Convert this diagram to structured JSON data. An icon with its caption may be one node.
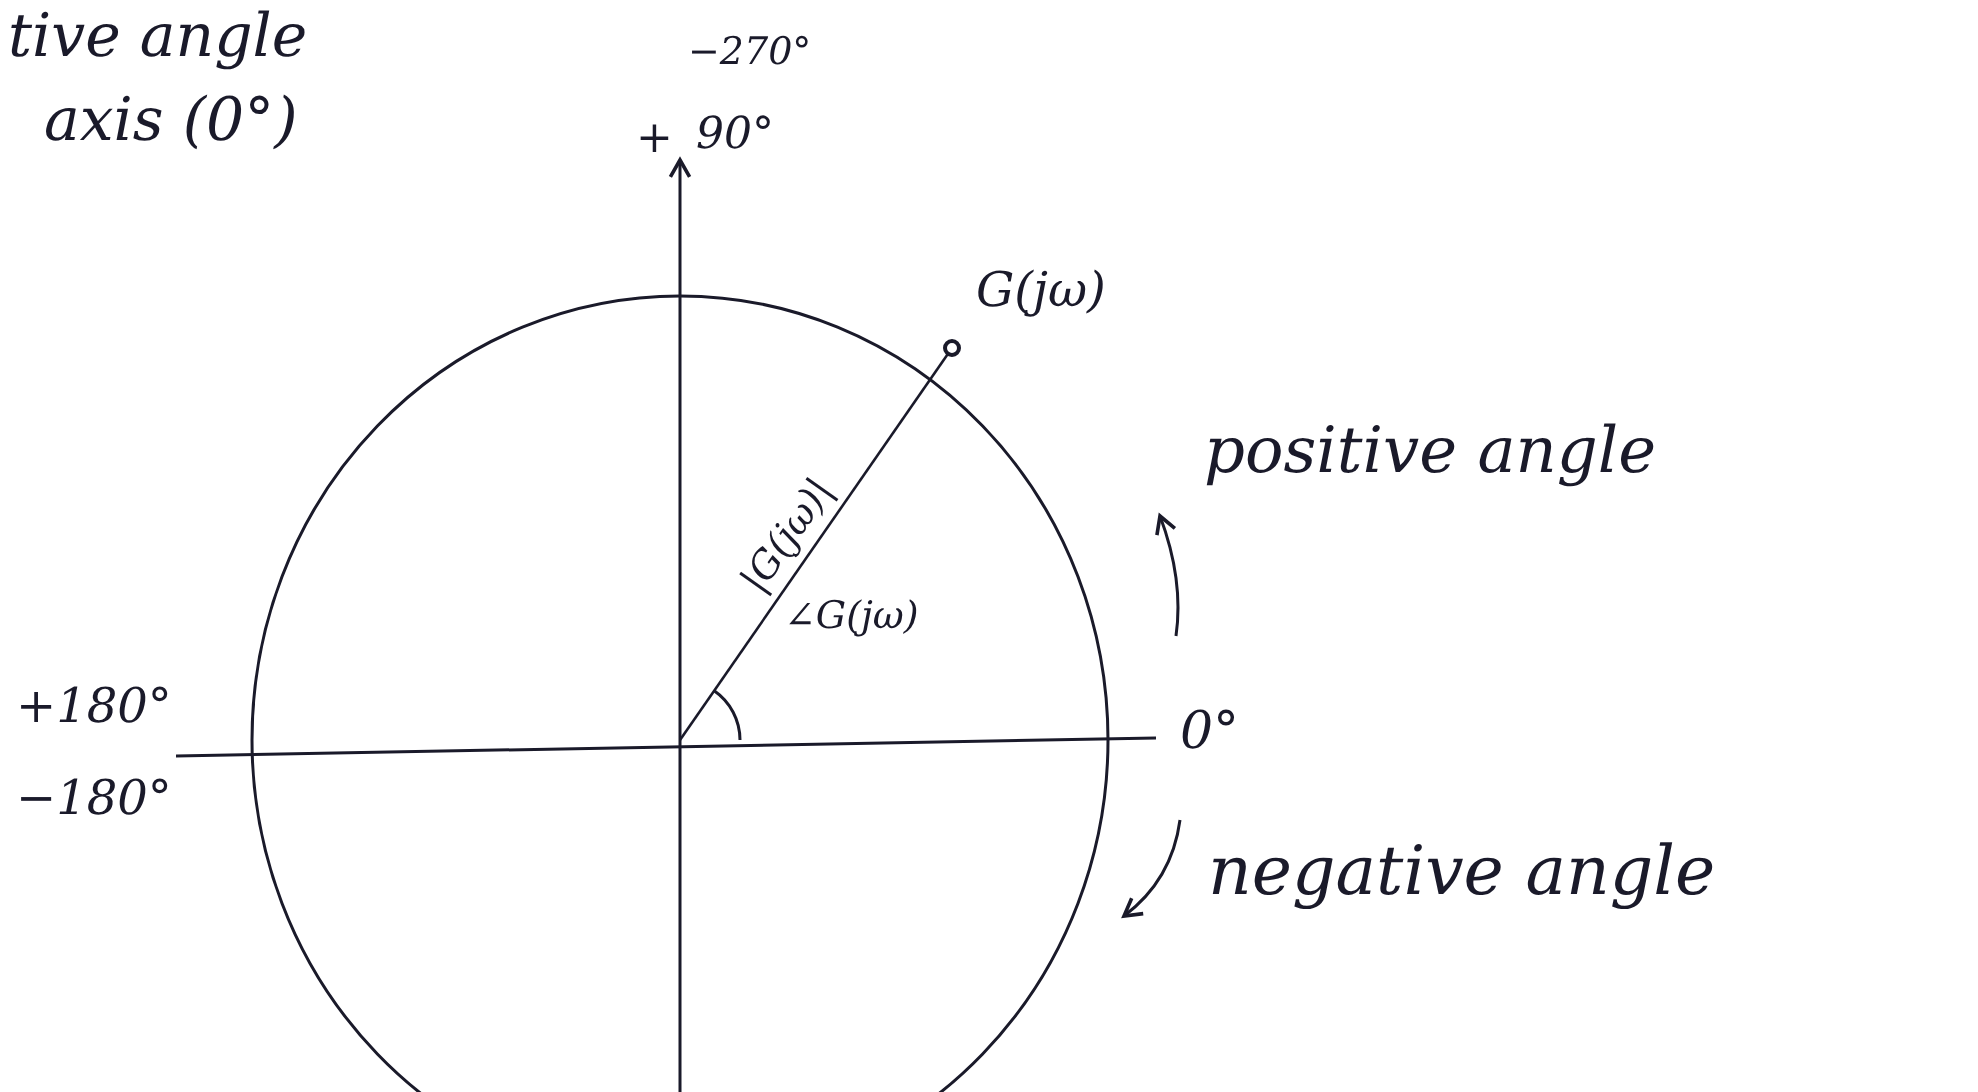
{
  "diagram": {
    "labels": [
      "tive angle",
      "axis (0°)",
      "−270°",
      "+",
      "90°",
      "G(jω)",
      "|G(jω)|",
      "∠G(jω)",
      "positive angle",
      "+180°",
      "0°",
      "−180°",
      "negative angle"
    ]
  }
}
